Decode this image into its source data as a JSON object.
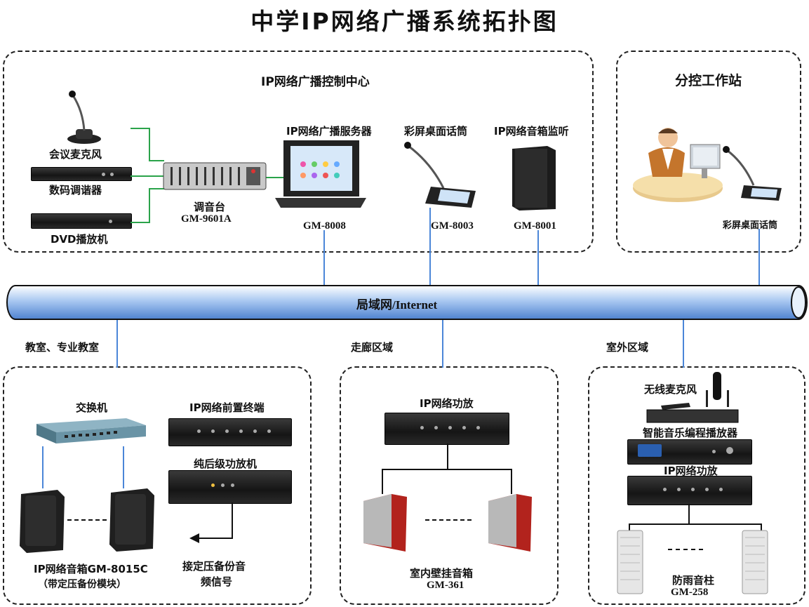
{
  "title": "中学IP网络广播系统拓扑图",
  "zones": {
    "control_center": "IP网络广播控制中心",
    "sub_station": "分控工作站",
    "classroom": "教室、专业教室",
    "corridor": "走廊区域",
    "outdoor": "室外区域"
  },
  "network": {
    "label": "局域网/Internet"
  },
  "devices": {
    "conf_mic": "会议麦克风",
    "tuner": "数码调谐器",
    "dvd": "DVD播放机",
    "mixer": "调音台",
    "mixer_model": "GM-9601A",
    "server": "IP网络广播服务器",
    "server_model": "GM-8008",
    "desk_mic": "彩屏桌面话筒",
    "desk_mic_model": "GM-8003",
    "monitor_speaker": "IP网络音箱监听",
    "monitor_model": "GM-8001",
    "sub_mic": "彩屏桌面话筒",
    "switch": "交换机",
    "front_terminal": "IP网络前置终端",
    "power_amp": "纯后级功放机",
    "class_speaker": "IP网络音箱GM-8015C",
    "class_speaker_note": "（带定压备份模块）",
    "backup_signal_1": "接定压备份音",
    "backup_signal_2": "频信号",
    "corridor_amp": "IP网络功放",
    "wall_speaker": "室内壁挂音箱",
    "wall_speaker_model": "GM-361",
    "wireless_mic": "无线麦克风",
    "music_player": "智能音乐编程播放器",
    "outdoor_amp": "IP网络功放",
    "column_speaker": "防雨音柱",
    "column_model": "GM-258"
  },
  "colors": {
    "network_pipe": "#7aa7e8",
    "link_blue": "#4b86d8",
    "link_green": "#2aa34a",
    "speaker_red": "#b2231d"
  }
}
